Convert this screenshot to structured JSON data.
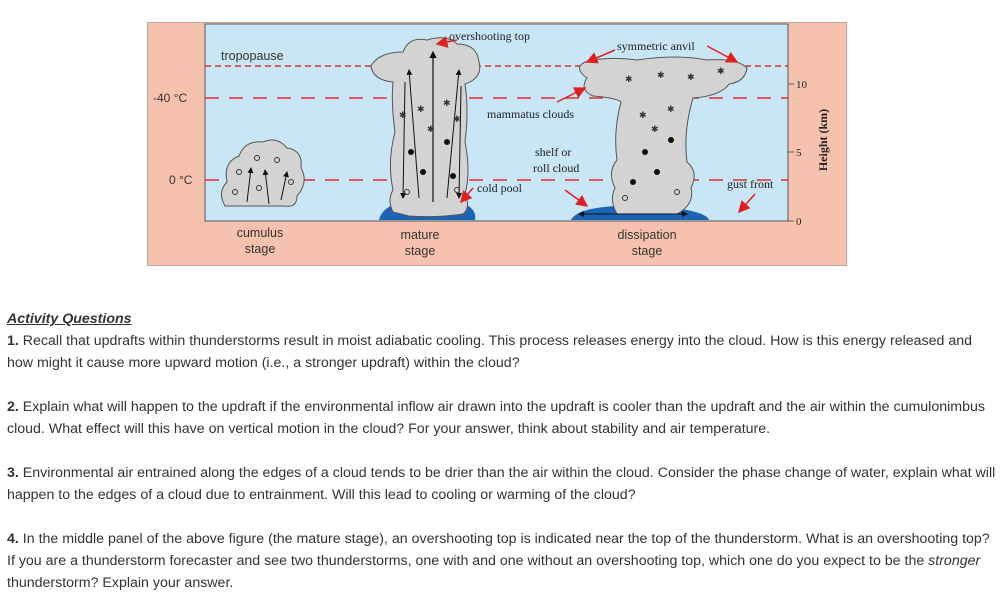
{
  "figure": {
    "labels": {
      "tropopause": "tropopause",
      "temp_minus40": "-40 °C",
      "temp_zero": "0 °C",
      "overshooting_top": "overshooting top",
      "symmetric_anvil": "symmetric anvil",
      "mammatus_clouds": "mammatus clouds",
      "shelf_cloud_line1": "shelf or",
      "shelf_cloud_line2": "roll cloud",
      "cold_pool": "cold pool",
      "gust_front": "gust front",
      "axis_title": "Height (km)",
      "tick_10": "10",
      "tick_5": "5",
      "tick_0": "0"
    },
    "stages": {
      "cumulus_line1": "cumulus",
      "cumulus_line2": "stage",
      "mature_line1": "mature",
      "mature_line2": "stage",
      "dissipation_line1": "dissipation",
      "dissipation_line2": "stage"
    },
    "colors": {
      "sky": "#c9e6f7",
      "frame": "#f7c2ad",
      "cloud": "#d3d3d3",
      "cold_pool": "#1e64b4",
      "dashed_line": "#e0312a",
      "arrow": "#e02020"
    }
  },
  "activity": {
    "heading": "Activity Questions",
    "questions": [
      {
        "number": "1.",
        "text": "Recall that updrafts within thunderstorms result in moist adiabatic cooling.  This process releases energy into the cloud.  How is this energy released and how might it cause more upward motion (i.e., a stronger updraft) within the cloud?"
      },
      {
        "number": "2.",
        "text": "Explain what will happen to the updraft if the environmental inflow air drawn into the updraft is cooler than the updraft and the air within the cumulonimbus cloud.  What effect will this have on vertical motion in the cloud?  For your answer, think about stability and air temperature."
      },
      {
        "number": "3.",
        "text": "Environmental air entrained along the edges of a cloud tends to be drier than the air within the cloud.  Consider the phase change of water, explain what will happen to the edges of a cloud due to entrainment.  Will this lead to cooling or warming of the cloud?"
      },
      {
        "number": "4.",
        "text_before": "In the middle panel of the above figure (the mature stage), an overshooting top is indicated near the top of the thunderstorm.  What is an overshooting top?  If you are a thunderstorm forecaster and see two thunderstorms, one with and one without an overshooting top, which one do you expect to be the ",
        "emphasis": "stronger",
        "text_after": " thunderstorm?  Explain your answer."
      }
    ]
  }
}
